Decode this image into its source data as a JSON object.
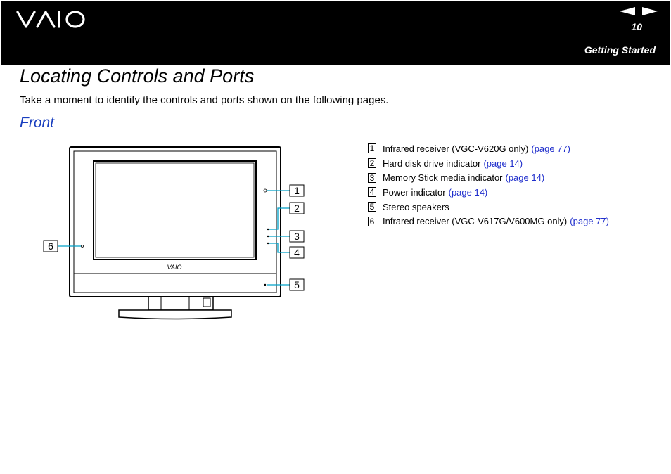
{
  "header": {
    "logo": "VAIO",
    "page_number": "10",
    "section": "Getting Started",
    "nav": {
      "prev_icon": "left-arrow-icon",
      "next_icon": "right-arrow-icon"
    }
  },
  "main": {
    "title": "Locating Controls and Ports",
    "intro": "Take a moment to identify the controls and ports shown on the following pages.",
    "subtitle": "Front"
  },
  "diagram": {
    "logo_text": "VAIO",
    "callouts": [
      "1",
      "2",
      "3",
      "4",
      "5",
      "6"
    ]
  },
  "legend": [
    {
      "num": "1",
      "text": "Infrared receiver (VGC-V620G only)",
      "link": "(page 77)"
    },
    {
      "num": "2",
      "text": "Hard disk drive indicator",
      "link": "(page 14)"
    },
    {
      "num": "3",
      "text": "Memory Stick media indicator",
      "link": "(page 14)"
    },
    {
      "num": "4",
      "text": "Power indicator",
      "link": "(page 14)"
    },
    {
      "num": "5",
      "text": "Stereo speakers",
      "link": ""
    },
    {
      "num": "6",
      "text": "Infrared receiver (VGC-V617G/V600MG only)",
      "link": "(page 77)"
    }
  ],
  "colors": {
    "header_bg": "#000000",
    "subtitle": "#1a3fbf",
    "link": "#1f2ecc",
    "callout_line": "#00a0c8"
  }
}
